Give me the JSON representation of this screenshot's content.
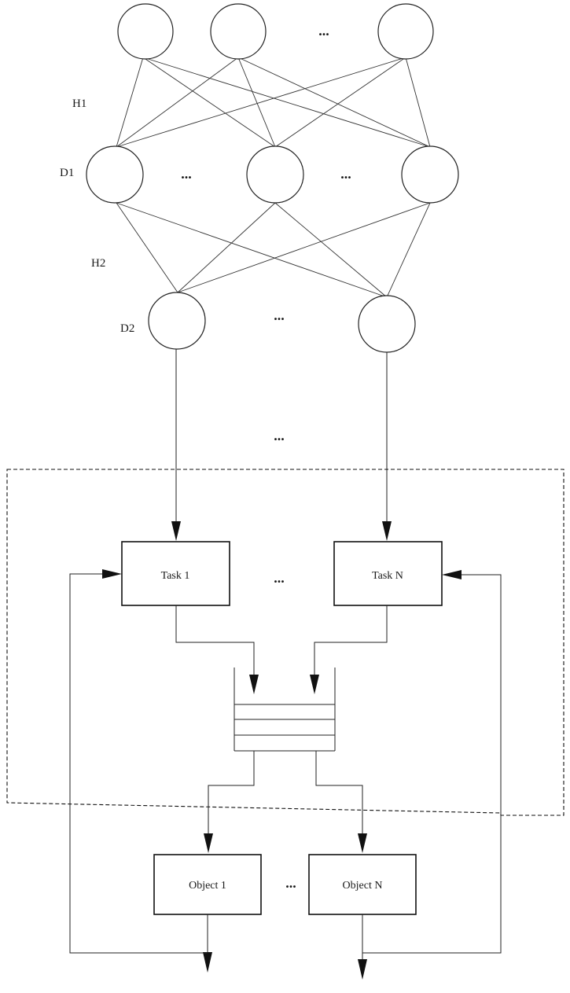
{
  "layers": {
    "hidden_1": "H1",
    "layer_1": "D1",
    "hidden_2": "H2",
    "layer_2": "D2"
  },
  "ellipsis": "...",
  "tasks": {
    "first": "Task 1",
    "last": "Task N"
  },
  "objects": {
    "first": "Object 1",
    "last": "Object N"
  },
  "colors": {
    "stroke": "#222222",
    "background": "#ffffff"
  }
}
